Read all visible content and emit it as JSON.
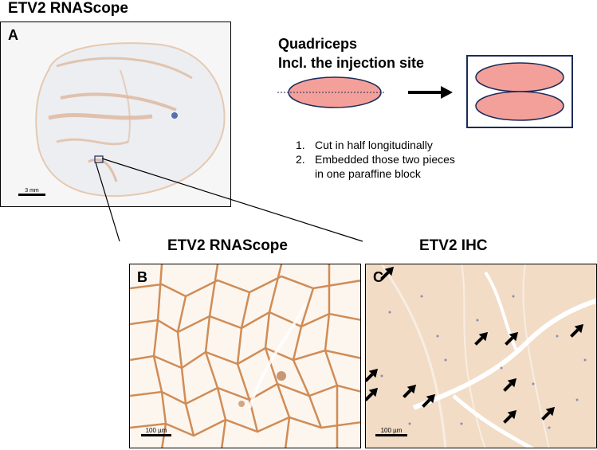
{
  "panel_a": {
    "title": "ETV2 RNAScope",
    "letter": "A",
    "scale_label": "3 mm"
  },
  "schematic": {
    "label_line1": "Quadriceps",
    "label_line2": "Incl. the injection site",
    "steps": [
      {
        "num": "1.",
        "text": "Cut in half longitudinally"
      },
      {
        "num": "2.",
        "text": "Embedded those two pieces"
      },
      {
        "num": "",
        "text": "in one paraffine block"
      }
    ],
    "colors": {
      "tissue": "#f4a09a",
      "outline": "#1c2b5a",
      "arrow": "#000000"
    }
  },
  "panel_b": {
    "title": "ETV2 RNAScope",
    "letter": "B",
    "scale_label": "100 µm"
  },
  "panel_c": {
    "title": "ETV2 IHC",
    "letter": "C",
    "scale_label": "100 µm"
  }
}
